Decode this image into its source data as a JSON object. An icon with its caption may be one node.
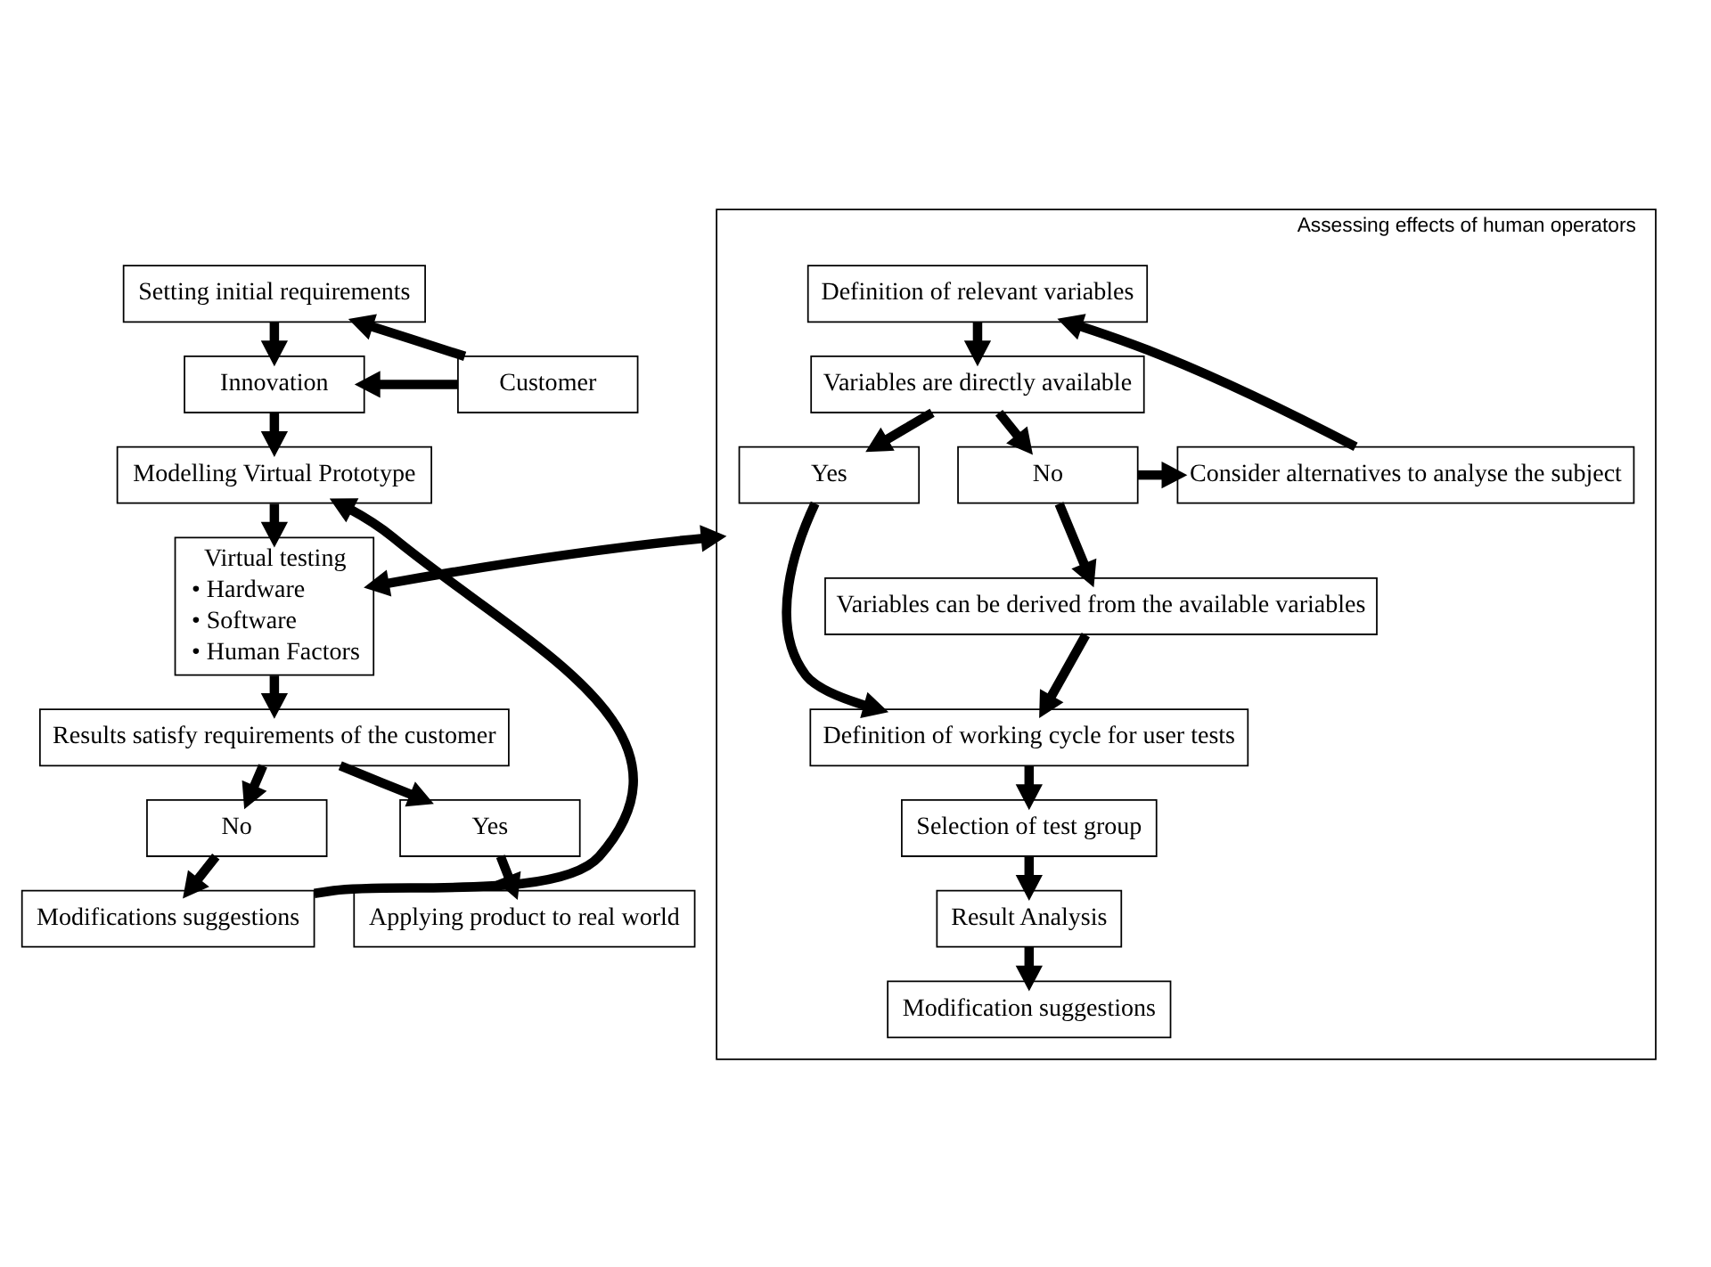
{
  "diagram": {
    "nodes": [
      {
        "text": [
          "Setting initial requirements"
        ]
      },
      {
        "text": [
          "Innovation"
        ]
      },
      {
        "text": [
          "Customer"
        ]
      },
      {
        "text": [
          "Modelling Virtual Prototype"
        ]
      },
      {
        "text": [
          "Virtual testing",
          "• Hardware",
          "• Software",
          "• Human Factors"
        ]
      },
      {
        "text": [
          "Results satisfy requirements of the customer"
        ]
      },
      {
        "text": [
          "No"
        ]
      },
      {
        "text": [
          "Yes"
        ]
      },
      {
        "text": [
          "Modifications suggestions"
        ]
      },
      {
        "text": [
          "Applying product to real world"
        ]
      },
      {
        "text": [
          "Assessing effects of human operators"
        ]
      },
      {
        "text": [
          "Definition of relevant variables"
        ],
        "in": 10
      },
      {
        "text": [
          "Variables are directly available"
        ],
        "in": 10
      },
      {
        "text": [
          "Consider alternatives to analyse the subject"
        ],
        "in": 10
      },
      {
        "text": [
          "Yes"
        ],
        "in": 10
      },
      {
        "text": [
          "No"
        ],
        "in": 10
      },
      {
        "text": [
          "Variables can be derived from the available variables"
        ],
        "in": 10
      },
      {
        "text": [
          "Definition of working cycle for user tests"
        ],
        "in": 10
      },
      {
        "text": [
          "Selection of test group"
        ],
        "in": 10
      },
      {
        "text": [
          "Result Analysis"
        ],
        "in": 10
      },
      {
        "text": [
          "Modification suggestions"
        ],
        "in": 10
      }
    ],
    "edges": [
      {
        "from": 0,
        "to": 1,
        "arrow": "to"
      },
      {
        "from": 2,
        "to": 0,
        "arrow": "to"
      },
      {
        "from": 2,
        "to": 1,
        "arrow": "to"
      },
      {
        "from": 1,
        "to": 3,
        "arrow": "to"
      },
      {
        "from": 3,
        "to": 4,
        "arrow": "to"
      },
      {
        "from": 4,
        "to": 10,
        "arrow": "both"
      },
      {
        "from": 4,
        "to": 5,
        "arrow": "to"
      },
      {
        "from": 5,
        "to": 6,
        "arrow": "to"
      },
      {
        "from": 5,
        "to": 7,
        "arrow": "to"
      },
      {
        "from": 6,
        "to": 8,
        "arrow": "to"
      },
      {
        "from": 7,
        "to": 9,
        "arrow": "to"
      },
      {
        "from": 8,
        "to": 3,
        "arrow": "to"
      },
      {
        "from": 11,
        "to": 12,
        "arrow": "to"
      },
      {
        "from": 12,
        "to": 14,
        "arrow": "to"
      },
      {
        "from": 12,
        "to": 15,
        "arrow": "to"
      },
      {
        "from": 15,
        "to": 13,
        "arrow": "to"
      },
      {
        "from": 13,
        "to": 11,
        "arrow": "to"
      },
      {
        "from": 15,
        "to": 16,
        "arrow": "to"
      },
      {
        "from": 14,
        "to": 17,
        "arrow": "to"
      },
      {
        "from": 16,
        "to": 17,
        "arrow": "to"
      },
      {
        "from": 17,
        "to": 18,
        "arrow": "to"
      },
      {
        "from": 18,
        "to": 19,
        "arrow": "to"
      },
      {
        "from": 19,
        "to": 20,
        "arrow": "to"
      }
    ]
  }
}
